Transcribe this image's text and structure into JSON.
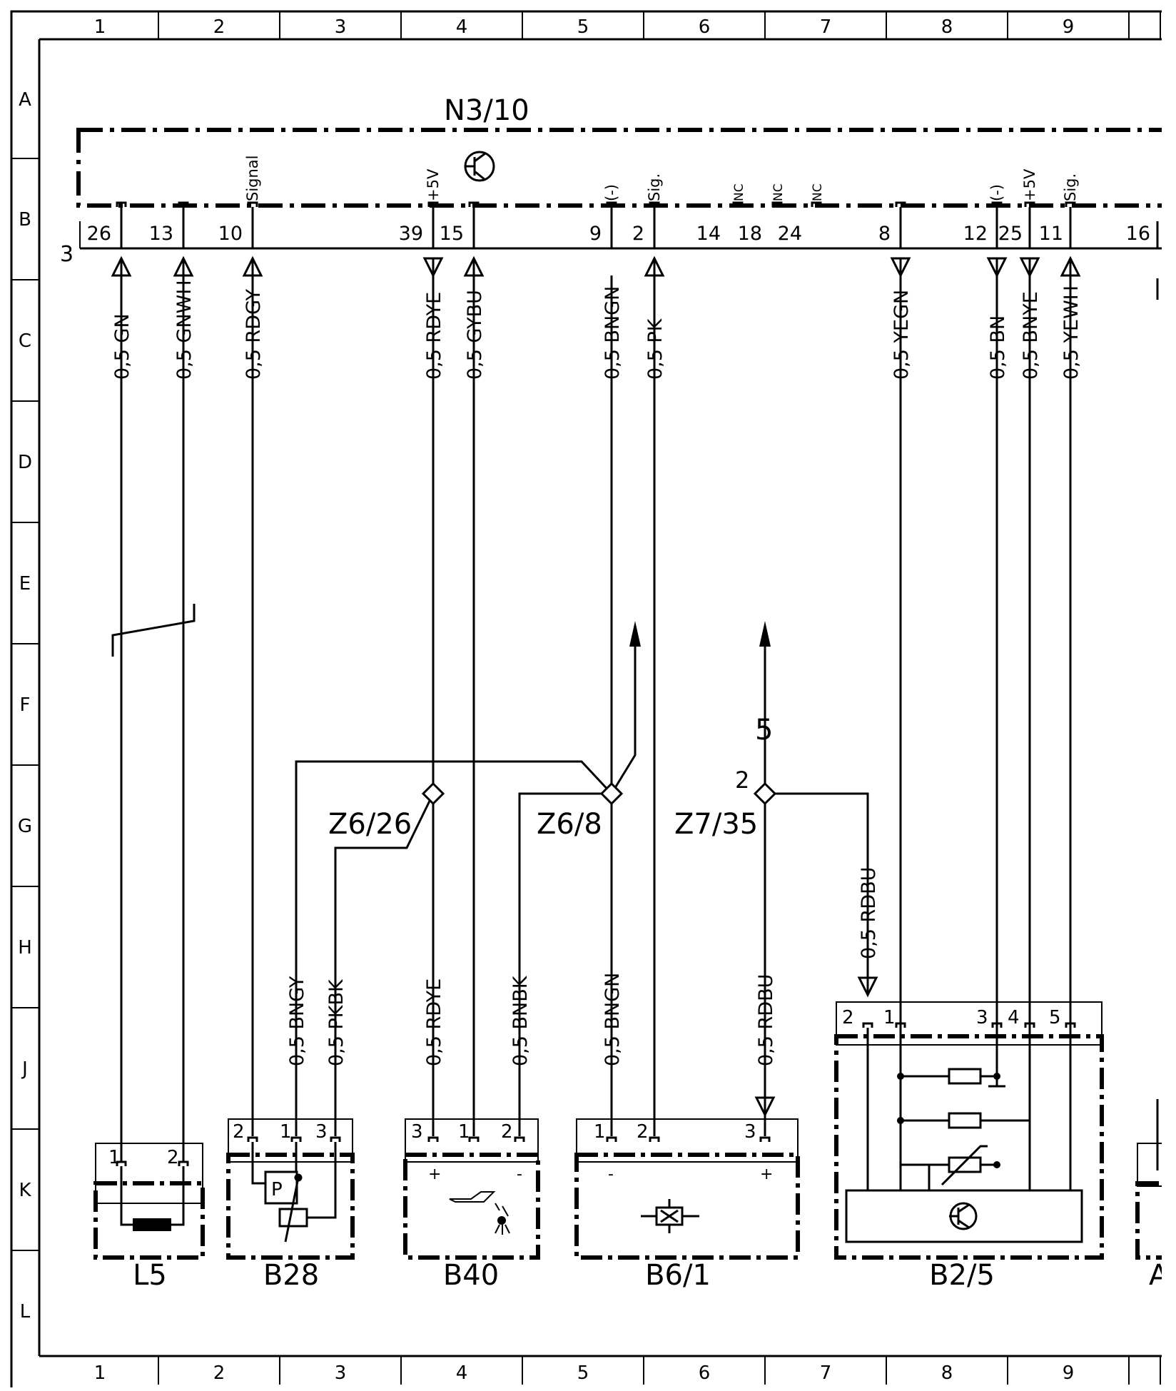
{
  "ruler": {
    "columns": [
      "1",
      "2",
      "3",
      "4",
      "5",
      "6",
      "7",
      "8",
      "9"
    ],
    "rows": [
      "A",
      "B",
      "C",
      "D",
      "E",
      "F",
      "G",
      "H",
      "J",
      "K",
      "L"
    ]
  },
  "control_unit": {
    "label": "N3/10",
    "connector": "3",
    "pins": [
      {
        "num": "26",
        "func": ""
      },
      {
        "num": "13",
        "func": ""
      },
      {
        "num": "10",
        "func": "Signal"
      },
      {
        "num": "39",
        "func": "+5V"
      },
      {
        "num": "15",
        "func": ""
      },
      {
        "num": "9",
        "func": "(-)"
      },
      {
        "num": "2",
        "func": "Sig."
      },
      {
        "num": "14",
        "func": "NC"
      },
      {
        "num": "18",
        "func": "NC"
      },
      {
        "num": "24",
        "func": "NC"
      },
      {
        "num": "8",
        "func": ""
      },
      {
        "num": "12",
        "func": "(-)"
      },
      {
        "num": "25",
        "func": "+5V"
      },
      {
        "num": "11",
        "func": "Sig."
      },
      {
        "num": "16",
        "func": ""
      }
    ]
  },
  "wires_top": [
    "0,5 GN",
    "0,5 GNWH",
    "0,5 RDGY",
    "0,5 RDYE",
    "0,5 GYBU",
    "0,5 BNGN",
    "0,5 PK",
    "0,5 YEGN",
    "0,5 BN",
    "0,5 BNYE",
    "0,5 YEWH"
  ],
  "wires_bottom": [
    "0,5 BNGY",
    "0,5 PKBK",
    "0,5 RDYE",
    "0,5 BNBK",
    "0,5 BNGN",
    "0,5 RDBU"
  ],
  "wire_rdbu_side": "0,5 RDBU",
  "splices": [
    "Z6/26",
    "Z6/8",
    "Z7/35"
  ],
  "splice_pin": "2",
  "ref_5": "5",
  "components": [
    {
      "id": "L5",
      "pins": [
        "1",
        "2"
      ]
    },
    {
      "id": "B28",
      "pins": [
        "2",
        "1",
        "3"
      ]
    },
    {
      "id": "B40",
      "pins": [
        "3",
        "1",
        "2"
      ]
    },
    {
      "id": "B6/1",
      "pins": [
        "1",
        "2",
        "3"
      ]
    },
    {
      "id": "B2/5",
      "pins": [
        "2",
        "1",
        "3",
        "4",
        "5"
      ]
    }
  ],
  "polarity": {
    "plus": "+",
    "minus": "-"
  },
  "cut_label": "A"
}
